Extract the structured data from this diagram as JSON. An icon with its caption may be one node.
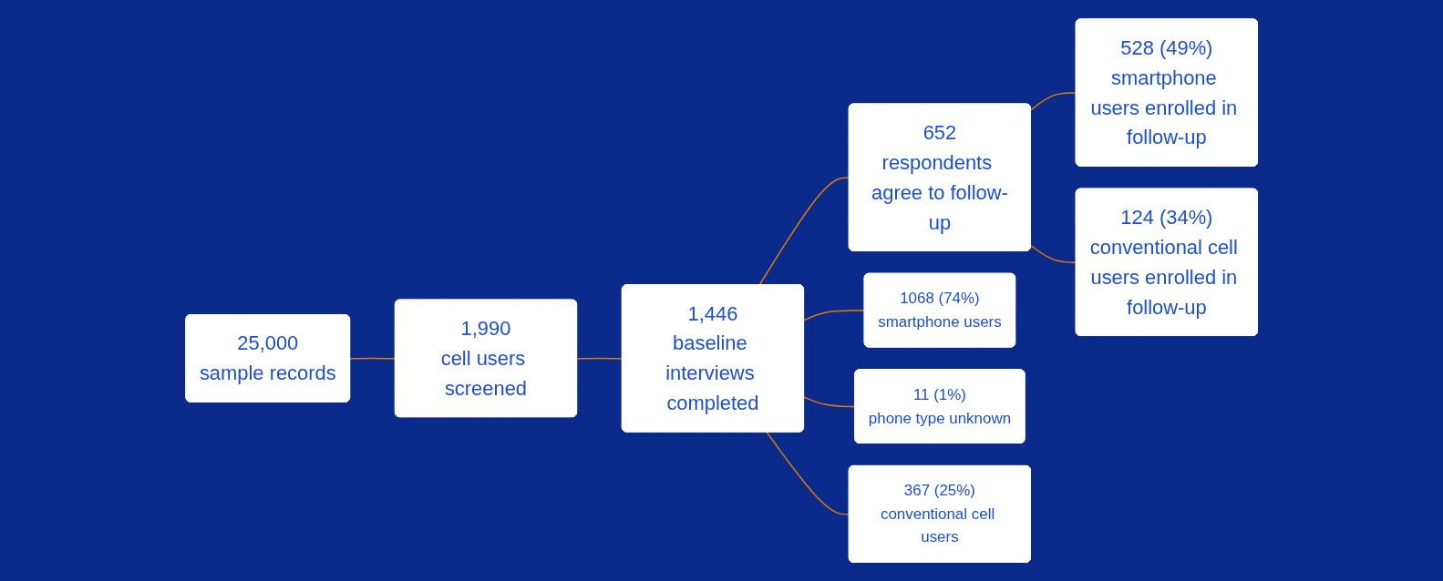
{
  "diagram": {
    "nodes": [
      {
        "text": [
          "25,000",
          "sample records"
        ]
      },
      {
        "text": [
          "1,990",
          "cell users screened"
        ]
      },
      {
        "text": [
          "1,446",
          "baseline interviews completed"
        ]
      },
      {
        "text": [
          "652",
          "respondents agree to follow-up"
        ]
      },
      {
        "text": [
          "528 (49%)",
          "smartphone users enrolled in follow-up"
        ]
      },
      {
        "text": [
          "124 (34%)",
          "conventional cell users enrolled in follow-up"
        ]
      },
      {
        "text": [
          "1068 (74%)",
          "smartphone users"
        ]
      },
      {
        "text": [
          "11 (1%)",
          "phone type unknown"
        ]
      },
      {
        "text": [
          "367 (25%)",
          "conventional cell users"
        ]
      }
    ],
    "edges": [
      {
        "from": 0,
        "to": 1,
        "arrow": "none"
      },
      {
        "from": 1,
        "to": 2,
        "arrow": "none"
      },
      {
        "from": 2,
        "to": 3,
        "arrow": "none"
      },
      {
        "from": 3,
        "to": 4,
        "arrow": "none"
      },
      {
        "from": 3,
        "to": 5,
        "arrow": "none"
      },
      {
        "from": 2,
        "to": 6,
        "arrow": "none"
      },
      {
        "from": 2,
        "to": 7,
        "arrow": "none"
      },
      {
        "from": 2,
        "to": 8,
        "arrow": "none"
      }
    ]
  }
}
